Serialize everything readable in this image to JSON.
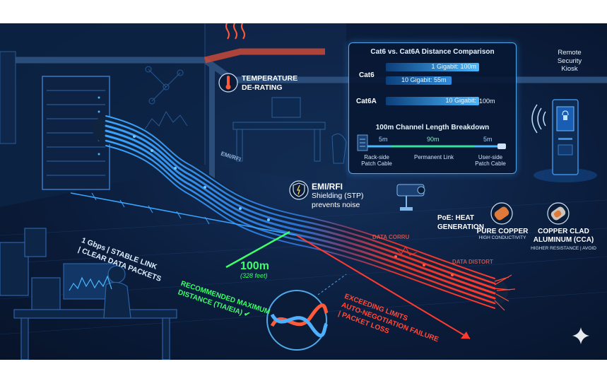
{
  "temperature": {
    "line1": "TEMPERATURE",
    "line2": "DE-RATING"
  },
  "emi": {
    "title": "EMI/RFI",
    "line1": "Shielding (STP)",
    "line2": "prevents noise"
  },
  "remote": {
    "line1": "Remote",
    "line2": "Security",
    "line3": "Kiosk"
  },
  "poe": {
    "line1": "PoE: HEAT",
    "line2": "GENERATION"
  },
  "pure_copper": {
    "title": "PURE COPPER",
    "subtitle": "HIGH CONDUCTIVITY"
  },
  "cca": {
    "line1": "COPPER CLAD",
    "line2": "ALUMINUM (CCA)",
    "subtitle": "HIGHER RESISTANCE | AVOID"
  },
  "stable": {
    "line1": "1 Gbps | STABLE LINK",
    "line2": "| CLEAR DATA PACKETS"
  },
  "distance": {
    "value": "100m",
    "feet": "(328 feet)",
    "rec1": "RECOMMENDED MAXIMUM",
    "rec2": "DISTANCE (TIA/EIA) ✔"
  },
  "exceed": {
    "line1": "EXCEEDING LIMITS",
    "line2": "AUTO-NEGOTIATION FAILURE",
    "line3": "| PACKET LOSS"
  },
  "comparison": {
    "title": "Cat6 vs. Cat6A Distance Comparison",
    "cat6_label": "Cat6",
    "cat6a_label": "Cat6A",
    "cat6_1g": "1 Gigabit: 100m",
    "cat6_1g_fraction": 1.0,
    "cat6_10g": "10 Gigabit: 55m",
    "cat6_10g_fraction": 0.55,
    "cat6a_10g": "10 Gigabit:",
    "cat6a_10g_dist": "100m",
    "cat6a_10g_fraction": 1.0
  },
  "breakdown": {
    "title": "100m Channel Length Breakdown",
    "seg1_len": "5m",
    "seg2_len": "90m",
    "seg3_len": "5m",
    "seg1_l1": "Rack-side",
    "seg1_l2": "Patch Cable",
    "seg2_label": "Permanent Link",
    "seg3_l1": "User-side",
    "seg3_l2": "Patch Cable"
  },
  "faint": {
    "emi_cable": "EMI/RFI",
    "data_corrupt": "DATA CORRU",
    "data_distort": "DATA DISTORT"
  },
  "colors": {
    "accent_blue": "#4fa8e8",
    "good_green": "#3dff6a",
    "bad_red": "#ff3b30",
    "background": "#0b1d3c"
  },
  "icons": [
    "thermometer-icon",
    "shield-lightning-icon",
    "camera-icon",
    "kiosk-icon",
    "server-rack-icon",
    "sparkle-icon"
  ]
}
